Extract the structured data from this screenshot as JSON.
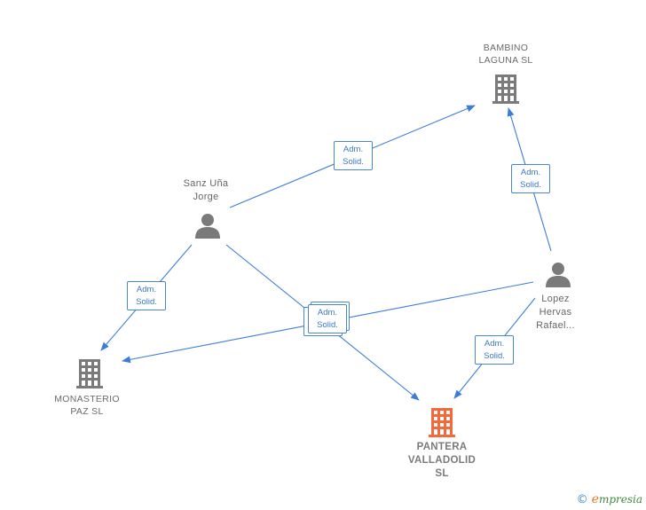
{
  "nodes": {
    "bambino": {
      "label": "BAMBINO\nLAGUNA SL",
      "kind": "company",
      "color": "#7a7a7a"
    },
    "monasterio": {
      "label": "MONASTERIO\nPAZ SL",
      "kind": "company",
      "color": "#7a7a7a"
    },
    "pantera": {
      "label": "PANTERA\nVALLADOLID\nSL",
      "kind": "company-focus",
      "color": "#f26a3b"
    },
    "sanz": {
      "label": "Sanz Uña\nJorge",
      "kind": "person",
      "color": "#7a7a7a"
    },
    "lopez": {
      "label": "Lopez\nHervas\nRafael...",
      "kind": "person",
      "color": "#7a7a7a"
    }
  },
  "edges": [
    {
      "from": "sanz",
      "to": "bambino",
      "line1": "Adm.",
      "line2": "Solid."
    },
    {
      "from": "lopez",
      "to": "bambino",
      "line1": "Adm.",
      "line2": "Solid."
    },
    {
      "from": "sanz",
      "to": "monasterio",
      "line1": "Adm.",
      "line2": "Solid."
    },
    {
      "from": "sanz",
      "to": "pantera",
      "line1": "Adm.",
      "line2": "Solid."
    },
    {
      "from": "lopez",
      "to": "monasterio",
      "line1": "Adm.",
      "line2": "Solid."
    },
    {
      "from": "lopez",
      "to": "pantera",
      "line1": "Adm.",
      "line2": "Solid."
    }
  ],
  "colors": {
    "edge": "#3b7dd8",
    "badge_text": "#3b78c2"
  },
  "brand": {
    "copyright": "©",
    "name_e": "e",
    "name_rest": "mpresia"
  }
}
